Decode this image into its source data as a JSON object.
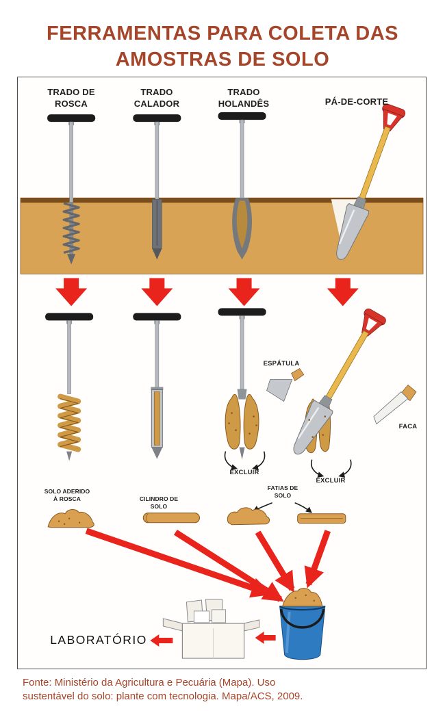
{
  "title": {
    "line1": "FERRAMENTAS PARA COLETA DAS",
    "line2": "AMOSTRAS DE SOLO"
  },
  "footer": {
    "line1": "Fonte: Ministério da Agricultura e Pecuária (Mapa). Uso",
    "line2": "sustentável do solo: plante com tecnologia. Mapa/ACS, 2009."
  },
  "diagram": {
    "tool_labels": [
      {
        "line1": "TRADO DE",
        "line2": "ROSCA"
      },
      {
        "line1": "TRADO",
        "line2": "CALADOR"
      },
      {
        "line1": "TRADO",
        "line2": "HOLANDÊS"
      },
      {
        "line1": "PÁ-DE-CORTE",
        "line2": ""
      }
    ],
    "annotations": {
      "espatula": "ESPÁTULA",
      "faca": "FACA",
      "excluir_left": "EXCLUIR",
      "excluir_right": "EXCLUIR",
      "solo_aderido": {
        "line1": "SOLO ADERIDO",
        "line2": "À ROSCA"
      },
      "cilindro": {
        "line1": "CILINDRO DE",
        "line2": "SOLO"
      },
      "fatias": {
        "line1": "FATIAS DE",
        "line2": "SOLO"
      },
      "laboratorio": "LABORATÓRIO"
    },
    "colors": {
      "title_brown": "#A5452A",
      "soil_tan": "#D9A355",
      "soil_dark": "#7A4E1C",
      "sample_tan": "#D8A050",
      "arrow_red": "#E8241C",
      "bucket_blue": "#2F7BC2",
      "spade_handle_red": "#D6342B",
      "spade_shaft_yellow": "#E9B94D",
      "metal_gray": "#C2C6CA"
    }
  }
}
